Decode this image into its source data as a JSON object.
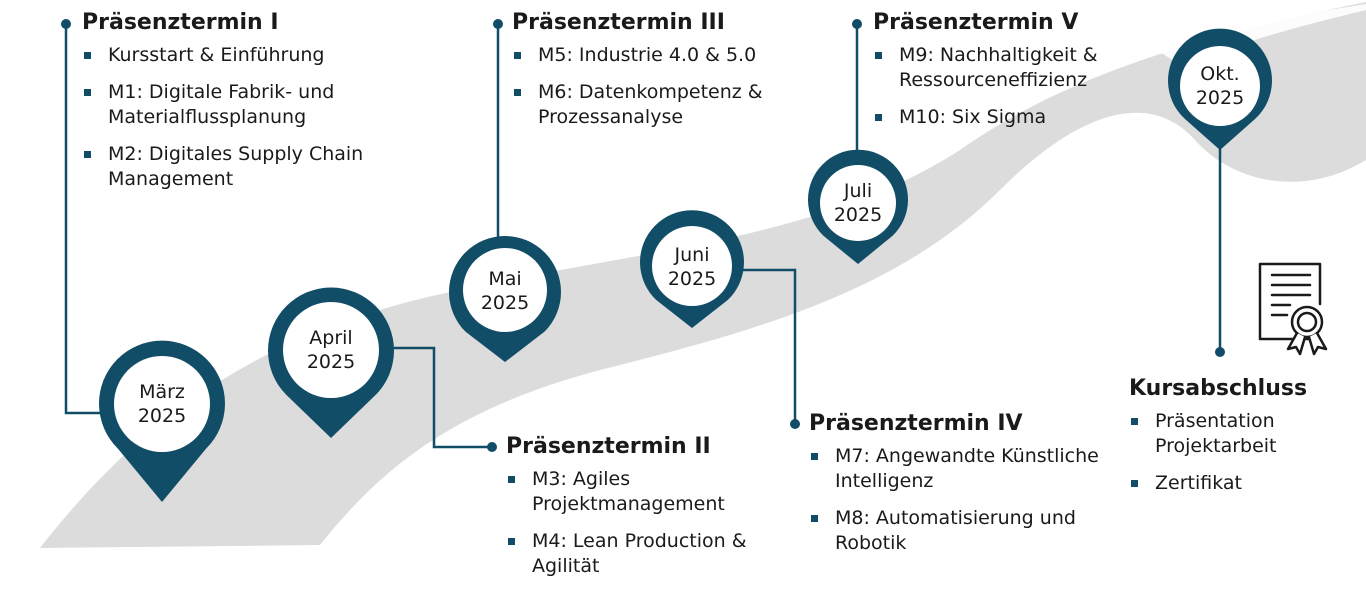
{
  "colors": {
    "accent": "#114d67",
    "road": "#dcdcdc",
    "text": "#1a1a1a"
  },
  "pins": [
    {
      "month": "März",
      "year": "2025"
    },
    {
      "month": "April",
      "year": "2025"
    },
    {
      "month": "Mai",
      "year": "2025"
    },
    {
      "month": "Juni",
      "year": "2025"
    },
    {
      "month": "Juli",
      "year": "2025"
    },
    {
      "month": "Okt.",
      "year": "2025"
    }
  ],
  "blocks": {
    "p1": {
      "title": "Präsenztermin I",
      "items": [
        "Kursstart & Einführung",
        "M1: Digitale Fabrik- und Materialflussplanung",
        "M2: Digitales Supply Chain Management"
      ]
    },
    "p2": {
      "title": "Präsenztermin II",
      "items": [
        "M3: Agiles Projektmanagement",
        "M4: Lean Production & Agilität"
      ]
    },
    "p3": {
      "title": "Präsenztermin III",
      "items": [
        "M5: Industrie 4.0 & 5.0",
        "M6: Datenkompetenz & Prozessanalyse"
      ]
    },
    "p4": {
      "title": "Präsenztermin IV",
      "items": [
        "M7: Angewandte Künstliche Intelligenz",
        "M8: Automatisierung und Robotik"
      ]
    },
    "p5": {
      "title": "Präsenztermin V",
      "items": [
        "M9: Nachhaltigkeit & Ressourceneffizienz",
        "M10: Six Sigma"
      ]
    },
    "end": {
      "title": "Kursabschluss",
      "items": [
        "Präsentation Projektarbeit",
        "Zertifikat"
      ]
    }
  },
  "icons": {
    "certificate": "certificate-icon"
  }
}
